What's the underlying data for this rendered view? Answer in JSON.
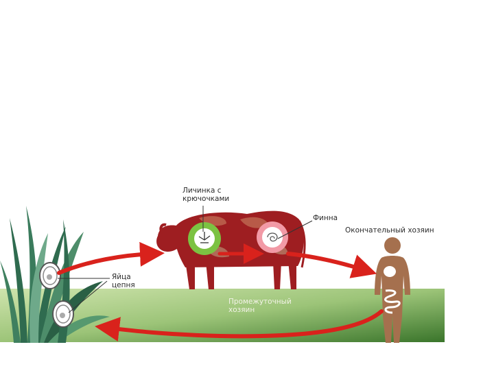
{
  "labels": {
    "larva_line1": "Личинка с",
    "larva_line2": "крючочками",
    "finna": "Финна",
    "definitive_host": "Окончательный хозяин",
    "eggs_line1": "Яйца",
    "eggs_line2": "цепня",
    "intermediate_line1": "Промежуточный",
    "intermediate_line2": "хозяин"
  },
  "colors": {
    "arrow": "#d9221c",
    "cow": "#9e1e21",
    "cow_patches": "#b85a48",
    "ground_top": "#c7dfa1",
    "ground_bottom": "#3f7a2e",
    "human": "#a5704e",
    "larva_ring": "#7cc242",
    "finna_ring": "#f29aa6",
    "grass": "#2f6b4f"
  },
  "icons": {
    "cow": "cow-icon",
    "human": "human-silhouette-icon",
    "grass": "grass-icon",
    "egg": "tapeworm-egg-icon",
    "larva": "hooked-larva-icon",
    "finna": "finna-cyst-icon"
  }
}
